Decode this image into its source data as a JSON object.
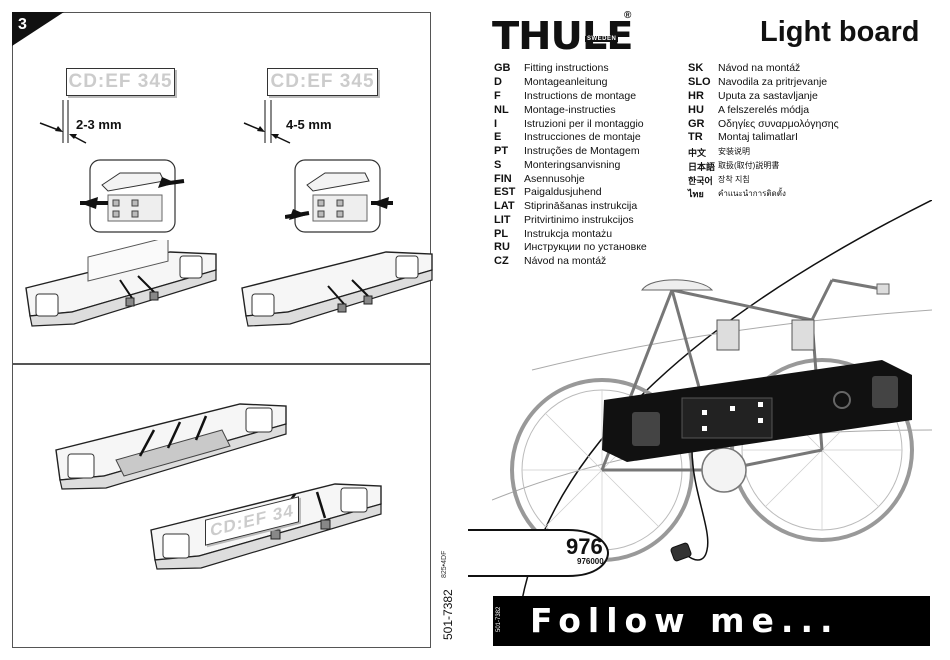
{
  "left_page": {
    "step_number": "3",
    "plate_text": "CD:EF 345",
    "plate_text_bottom": "CD:EF 34",
    "gap_left": "2-3 mm",
    "gap_right": "4-5 mm",
    "doc_code": "501-7382",
    "doc_code_small": "825•4DF"
  },
  "right_page": {
    "brand": "THULE",
    "brand_sub": "SWEDEN",
    "registered": "®",
    "title": "Light board",
    "languages_col1": [
      {
        "code": "GB",
        "text": "Fitting instructions"
      },
      {
        "code": "D",
        "text": "Montageanleitung"
      },
      {
        "code": "F",
        "text": "Instructions de montage"
      },
      {
        "code": "NL",
        "text": "Montage-instructies"
      },
      {
        "code": "I",
        "text": "Istruzioni per il montaggio"
      },
      {
        "code": "E",
        "text": "Instrucciones de montaje"
      },
      {
        "code": "PT",
        "text": "Instruções de Montagem"
      },
      {
        "code": "S",
        "text": "Monteringsanvisning"
      },
      {
        "code": "FIN",
        "text": "Asennusohje"
      },
      {
        "code": "EST",
        "text": "Paigaldusjuhend"
      },
      {
        "code": "LAT",
        "text": "Stiprināšanas instrukcija"
      },
      {
        "code": "LIT",
        "text": "Pritvirtinimo instrukcijos"
      },
      {
        "code": "PL",
        "text": "Instrukcja montażu"
      },
      {
        "code": "RU",
        "text": "Инструкции по установке"
      },
      {
        "code": "CZ",
        "text": "Návod na montáž"
      }
    ],
    "languages_col2": [
      {
        "code": "SK",
        "text": "Návod na montáž"
      },
      {
        "code": "SLO",
        "text": "Navodila za pritrjevanje"
      },
      {
        "code": "HR",
        "text": "Uputa za sastavljanje"
      },
      {
        "code": "HU",
        "text": "A felszerelés módja"
      },
      {
        "code": "GR",
        "text": "Οδηγίες συναρμολόγησης"
      },
      {
        "code": "TR",
        "text": "Montaj talimatlarI"
      },
      {
        "code": "中文",
        "text": "安装说明"
      },
      {
        "code": "日本語",
        "text": "取扱(取付)説明書"
      },
      {
        "code": "한국어",
        "text": "장착 지침"
      },
      {
        "code": "ไทย",
        "text": "คำแนะนำการติดตั้ง"
      }
    ],
    "model_number": "976",
    "model_sub": "976000",
    "side_code": "501-7382",
    "footer": "Follow me..."
  }
}
